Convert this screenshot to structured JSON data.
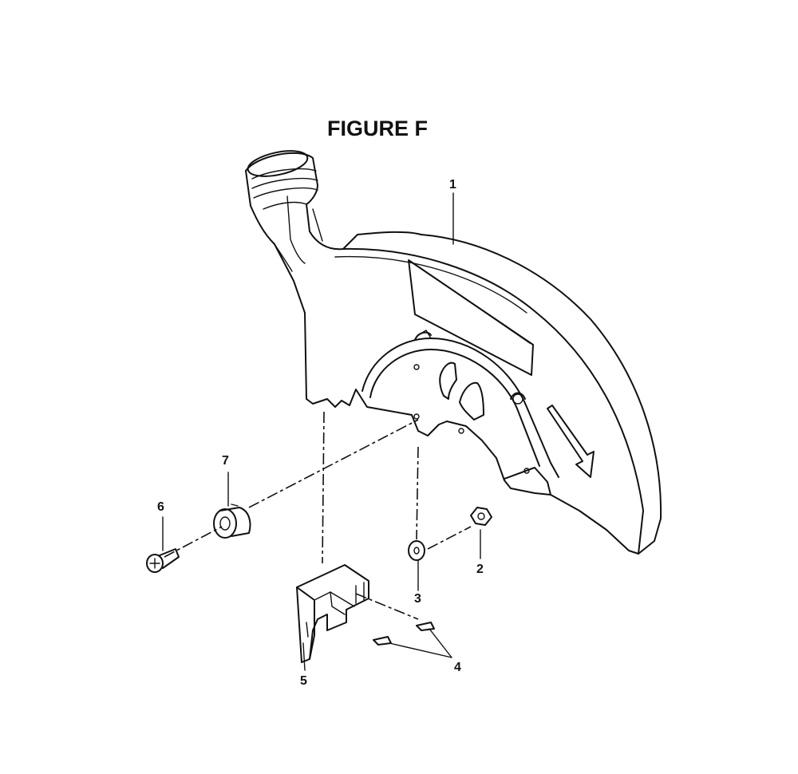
{
  "figure": {
    "title": "FIGURE F"
  },
  "callouts": [
    {
      "id": "1",
      "label": "1"
    },
    {
      "id": "2",
      "label": "2"
    },
    {
      "id": "3",
      "label": "3"
    },
    {
      "id": "4",
      "label": "4"
    },
    {
      "id": "5",
      "label": "5"
    },
    {
      "id": "6",
      "label": "6"
    },
    {
      "id": "7",
      "label": "7"
    }
  ],
  "parts": {
    "blade_guard": "blade-guard",
    "nut": "hex-nut",
    "washer": "flat-washer",
    "clips": "spring-clips",
    "bracket": "guard-bracket",
    "screw": "screw",
    "bushing": "bushing"
  }
}
